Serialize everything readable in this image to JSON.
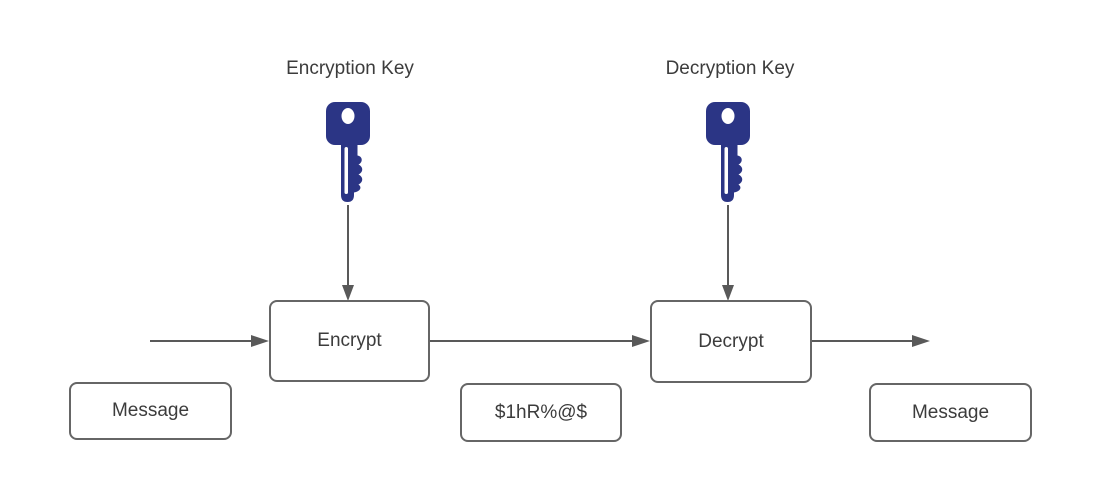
{
  "diagram": {
    "labels": {
      "encryption_key": "Encryption Key",
      "decryption_key": "Decryption Key"
    },
    "nodes": {
      "encrypt": "Encrypt",
      "decrypt": "Decrypt",
      "message_in": "Message",
      "ciphertext": "$1hR%@$",
      "message_out": "Message"
    },
    "icons": {
      "left": "key-icon",
      "right": "key-icon"
    },
    "colors": {
      "key_fill": "#2b3585",
      "connector": "#595959",
      "node_border": "#666666",
      "text": "#3c3c3c",
      "background": "#ffffff"
    }
  }
}
